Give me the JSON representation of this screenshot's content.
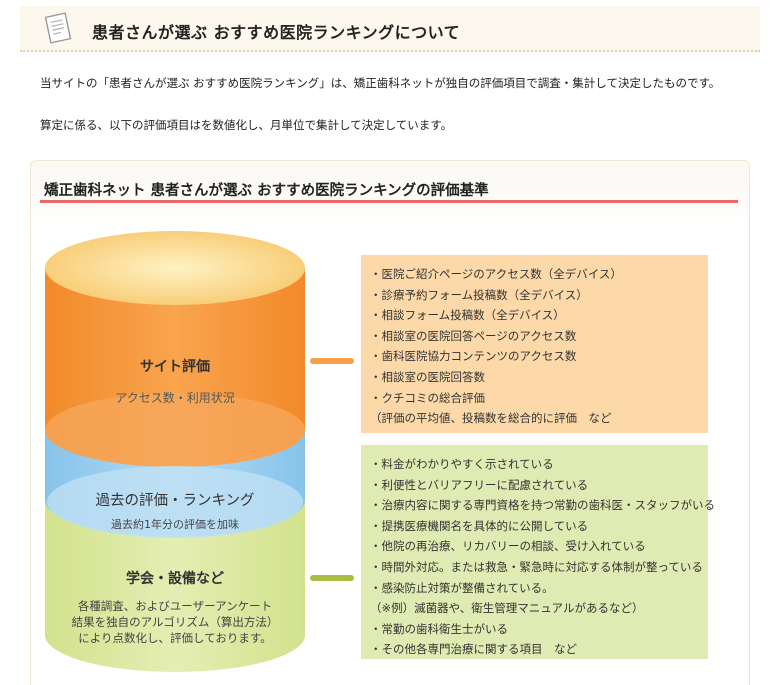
{
  "header": {
    "title": "患者さんが選ぶ おすすめ医院ランキングについて",
    "icon": "document-icon"
  },
  "intro": {
    "line1": "当サイトの「患者さんが選ぶ おすすめ医院ランキング」は、矯正歯科ネットが独自の評価項目で調査・集計して決定したものです。",
    "line2": "算定に係る、以下の評価項目はを数値化し、月単位で集計して決定しています。"
  },
  "criteria": {
    "title": "矯正歯科ネット 患者さんが選ぶ おすすめ医院ランキングの評価基準",
    "accent_color": "#ea6a6a"
  },
  "cylinder": {
    "site": {
      "title": "サイト評価",
      "subtitle": "アクセス数・利用状況",
      "color": "#f79a3c"
    },
    "past": {
      "title": "過去の評価・ランキング",
      "subtitle": "過去約1年分の評価を加味",
      "color": "#9ccfee"
    },
    "society": {
      "title": "学会・設備など",
      "desc": [
        "各種調査、およびユーザーアンケート",
        "結果を独自のアルゴリズム（算出方法）",
        "により点数化し、評価しております。"
      ],
      "color": "#d9e79a"
    }
  },
  "site_items": [
    "・医院ご紹介ページのアクセス数（全デバイス）",
    "・診療予約フォーム投稿数（全デバイス）",
    "・相談フォーム投稿数（全デバイス）",
    "・相談室の医院回答ページのアクセス数",
    "・歯科医院協力コンテンツのアクセス数",
    "・相談室の医院回答数",
    "・クチコミの総合評価",
    "（評価の平均値、投稿数を総合的に評価　など"
  ],
  "society_items": [
    "・料金がわかりやすく示されている",
    "・利便性とバリアフリーに配慮されている",
    "・治療内容に関する専門資格を持つ常勤の歯科医・スタッフがいる",
    "・提携医療機関名を具体的に公開している",
    "・他院の再治療、リカバリーの相談、受け入れている",
    "・時間外対応。または救急・緊急時に対応する体制が整っている",
    "・感染防止対策が整備されている。",
    "（※例）滅菌器や、衛生管理マニュアルがあるなど）",
    "・常勤の歯科衛生士がいる",
    "・その他各専門治療に関する項目　など"
  ]
}
